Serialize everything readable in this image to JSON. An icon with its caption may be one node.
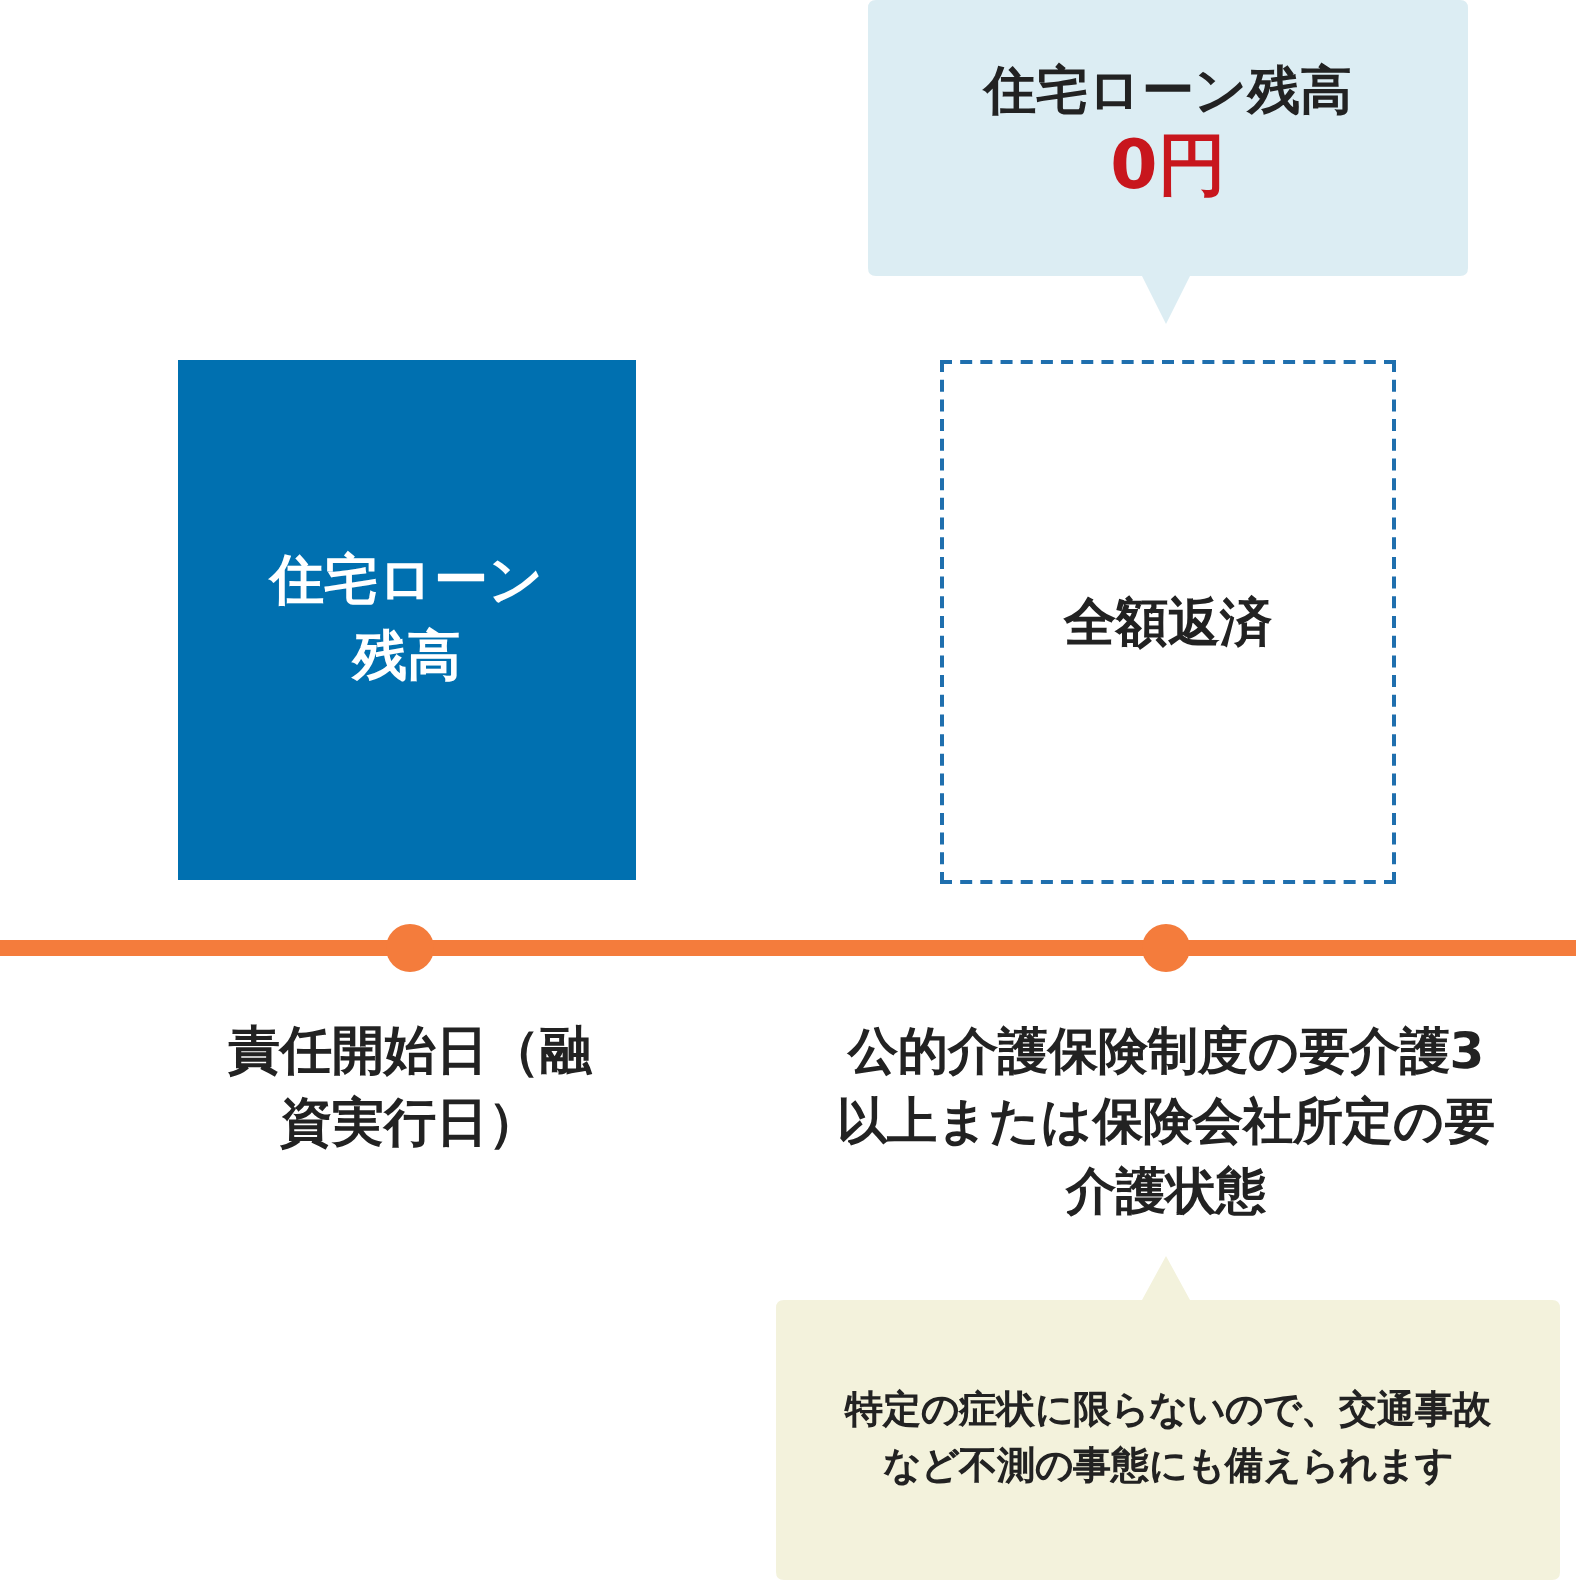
{
  "diagram": {
    "nodes": [
      {
        "text": [
          "住宅ローン残高",
          "0円"
        ]
      },
      {
        "text": [
          "住宅ローン残高"
        ]
      },
      {
        "text": [
          "全額返済"
        ]
      },
      {
        "text": [
          "特定の症状に限らないので、交通事故など不測の事態にも備えられます"
        ]
      }
    ],
    "edges": [],
    "labels": [
      "責任開始日（融資実行日）",
      "**公的介護保険制度の要介護3以上**または**保険会社所定の要介護状態**"
    ]
  }
}
